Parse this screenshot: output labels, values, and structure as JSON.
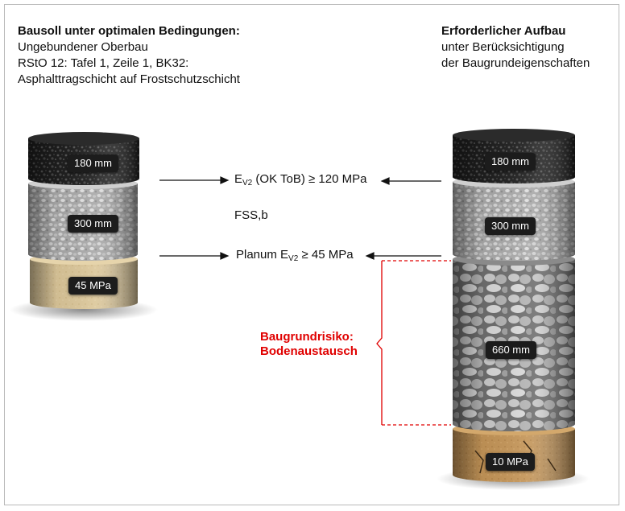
{
  "left_block": {
    "heading": "Bausoll unter optimalen Bedingungen:",
    "line1": "Ungebundener Oberbau",
    "line2": "RStO 12: Tafel 1, Zeile 1, BK32:",
    "line3": "Asphalttragschicht auf Frostschutzschicht"
  },
  "right_block": {
    "heading": "Erforderlicher Aufbau",
    "line1": "unter Berücksichtigung",
    "line2": "der Baugrundeigenschaften"
  },
  "left_column": {
    "asphalt_label": "180 mm",
    "gravel_label": "300 mm",
    "soil_label": "45 MPa"
  },
  "right_column": {
    "asphalt_label": "180 mm",
    "gravel_label": "300 mm",
    "rock_label": "660 mm",
    "soil_label": "10 MPa"
  },
  "middle": {
    "ev2_prefix": "E",
    "ev2_sub": "V2",
    "ev2_suffix": " (OK ToB) ≥ 120 MPa",
    "fss": "FSS,b",
    "planum_prefix": "Planum E",
    "planum_sub": "V2",
    "planum_suffix": " ≥ 45 MPa"
  },
  "risk": {
    "line1": "Baugrundrisiko:",
    "line2": "Bodenaustausch"
  },
  "colors": {
    "risk_red": "#e00000",
    "asphalt": "#1f1f1f",
    "gravel": "#b9b9b9",
    "sand": "#dcc79a",
    "clay": "#c79a5e"
  }
}
